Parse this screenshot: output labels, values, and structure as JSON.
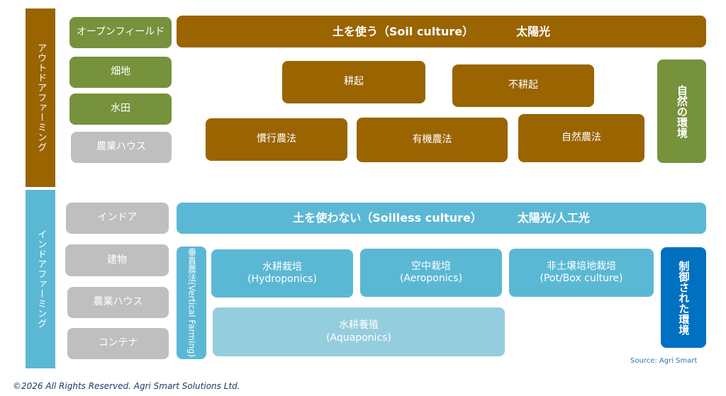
{
  "outdoor": {
    "label": "アウトドアファーミング",
    "types": [
      "オープンフィールド",
      "畑地",
      "水田",
      "農業ハウス"
    ],
    "header": {
      "title": "土を使う（Soil culture）",
      "light": "太陽光"
    },
    "tillage": [
      "耕起",
      "不耕起"
    ],
    "methods": [
      "慣行農法",
      "有機農法",
      "自然農法"
    ],
    "environment": "自然の環境"
  },
  "indoor": {
    "label": "インドアファーミング",
    "types": [
      "インドア",
      "建物",
      "農業ハウス",
      "コンテナ"
    ],
    "header": {
      "title": "土を使わない（Soilless culture）",
      "light": "太陽光/人工光"
    },
    "vertical": {
      "jp": "垂直農法",
      "en": "(Vertical Farming)"
    },
    "methods": [
      {
        "jp": "水耕栽培",
        "en": "(Hydroponics)"
      },
      {
        "jp": "空中栽培",
        "en": "(Aeroponics)"
      },
      {
        "jp": "非土壌培地栽培",
        "en": "(Pot/Box culture)"
      },
      {
        "jp": "水耕養殖",
        "en": "(Aquaponics)"
      }
    ],
    "environment": "制御された環境"
  },
  "source": "Source: Agri Smart",
  "copyright": "©2026  All Rights Reserved.   Agri Smart Solutions Ltd."
}
